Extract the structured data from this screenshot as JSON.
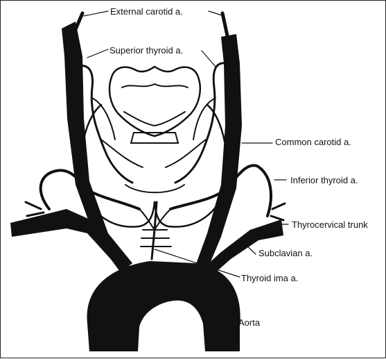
{
  "labels": {
    "external_carotid": "External carotid a.",
    "superior_thyroid": "Superior thyroid a.",
    "common_carotid": "Common carotid a.",
    "inferior_thyroid": "Inferior thyroid a.",
    "thyrocervical_trunk": "Thyrocervical trunk",
    "subclavian": "Subclavian a.",
    "thyroid_ima": "Thyroid ima a.",
    "aorta": "Aorta"
  },
  "colors": {
    "ink": "#111111",
    "background": "#ffffff"
  }
}
